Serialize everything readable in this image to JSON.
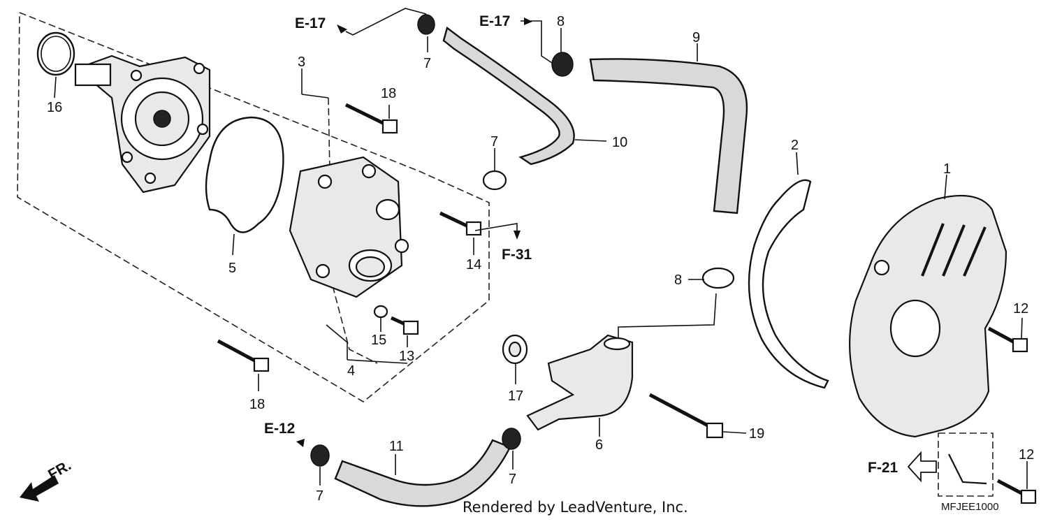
{
  "callouts": {
    "c1": "1",
    "c2": "2",
    "c3": "3",
    "c4": "4",
    "c5": "5",
    "c6": "6",
    "c7a": "7",
    "c7b": "7",
    "c7c": "7",
    "c7d": "7",
    "c8a": "8",
    "c8b": "8",
    "c9": "9",
    "c10": "10",
    "c11": "11",
    "c12a": "12",
    "c12b": "12",
    "c13": "13",
    "c14": "14",
    "c15": "15",
    "c16": "16",
    "c17": "17",
    "c18a": "18",
    "c18b": "18",
    "c19": "19"
  },
  "references": {
    "e17_left": "E-17",
    "e17_right": "E-17",
    "e12": "E-12",
    "f31": "F-31",
    "f21": "F-21"
  },
  "direction": {
    "label": "FR."
  },
  "diagram_code": "MFJEE1000",
  "credit": "Rendered by LeadVenture, Inc."
}
